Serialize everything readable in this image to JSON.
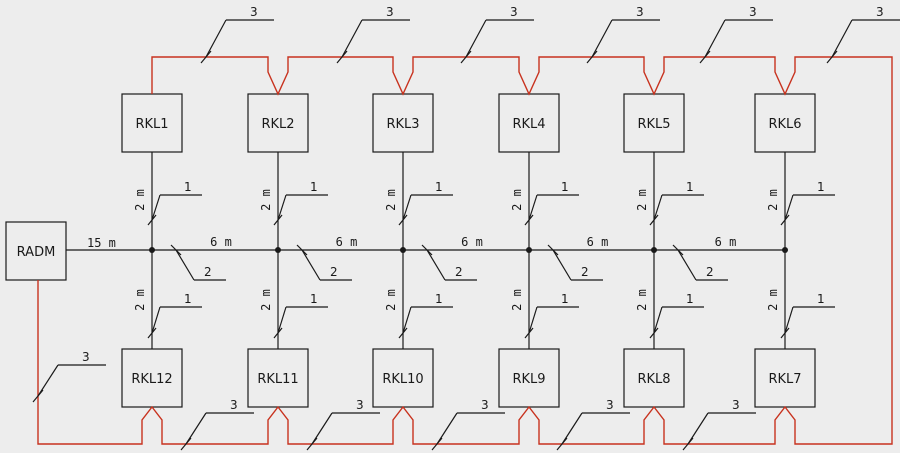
{
  "main_box": "RADM",
  "top_boxes": [
    "RKL1",
    "RKL2",
    "RKL3",
    "RKL4",
    "RKL5",
    "RKL6"
  ],
  "bottom_boxes": [
    "RKL12",
    "RKL11",
    "RKL10",
    "RKL9",
    "RKL8",
    "RKL7"
  ],
  "feeder_length": "15 m",
  "segment_lengths": [
    "6 m",
    "6 m",
    "6 m",
    "6 m",
    "6 m"
  ],
  "branch_length": "2 m",
  "bus_tag": "2",
  "branch_tag": "1",
  "loop_tag": "3",
  "colors": {
    "loop": "#c8321e",
    "line": "#1a1a1a",
    "background": "#ededed"
  }
}
